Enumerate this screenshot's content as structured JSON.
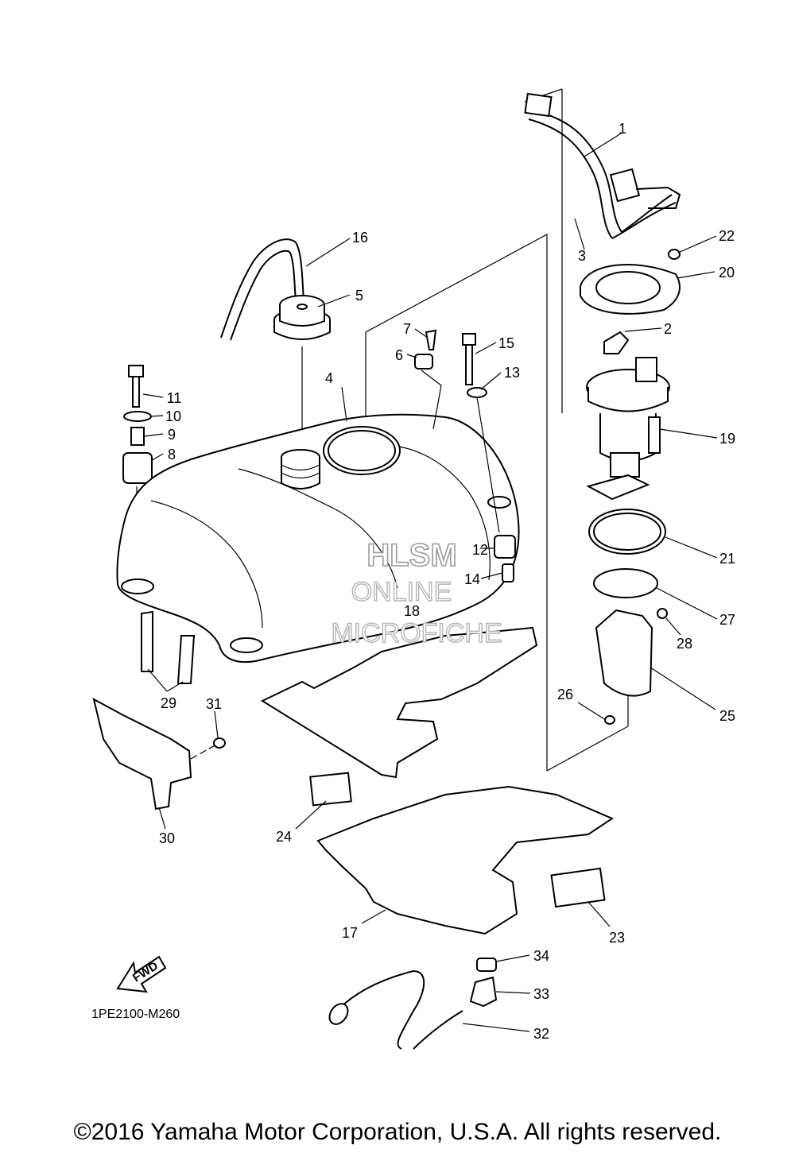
{
  "callouts": [
    {
      "id": "1",
      "text": "1"
    },
    {
      "id": "2",
      "text": "2"
    },
    {
      "id": "3",
      "text": "3"
    },
    {
      "id": "4",
      "text": "4"
    },
    {
      "id": "5",
      "text": "5"
    },
    {
      "id": "6",
      "text": "6"
    },
    {
      "id": "7",
      "text": "7"
    },
    {
      "id": "8",
      "text": "8"
    },
    {
      "id": "9",
      "text": "9"
    },
    {
      "id": "10",
      "text": "10"
    },
    {
      "id": "11",
      "text": "11"
    },
    {
      "id": "12",
      "text": "12"
    },
    {
      "id": "13",
      "text": "13"
    },
    {
      "id": "14",
      "text": "14"
    },
    {
      "id": "15",
      "text": "15"
    },
    {
      "id": "16",
      "text": "16"
    },
    {
      "id": "17",
      "text": "17"
    },
    {
      "id": "18",
      "text": "18"
    },
    {
      "id": "19",
      "text": "19"
    },
    {
      "id": "20",
      "text": "20"
    },
    {
      "id": "21",
      "text": "21"
    },
    {
      "id": "22",
      "text": "22"
    },
    {
      "id": "23",
      "text": "23"
    },
    {
      "id": "24",
      "text": "24"
    },
    {
      "id": "25",
      "text": "25"
    },
    {
      "id": "26",
      "text": "26"
    },
    {
      "id": "27",
      "text": "27"
    },
    {
      "id": "28",
      "text": "28"
    },
    {
      "id": "29",
      "text": "29"
    },
    {
      "id": "30",
      "text": "30"
    },
    {
      "id": "31",
      "text": "31"
    },
    {
      "id": "32",
      "text": "32"
    },
    {
      "id": "33",
      "text": "33"
    },
    {
      "id": "34",
      "text": "34"
    }
  ],
  "fwd_label": "FWD",
  "drawing_number": "1PE2100-M260",
  "watermark": {
    "line1": "HLSM",
    "line2": "ONLINE",
    "line3": "MICROFICHE"
  },
  "copyright": "©2016 Yamaha Motor Corporation, U.S.A. All rights reserved."
}
